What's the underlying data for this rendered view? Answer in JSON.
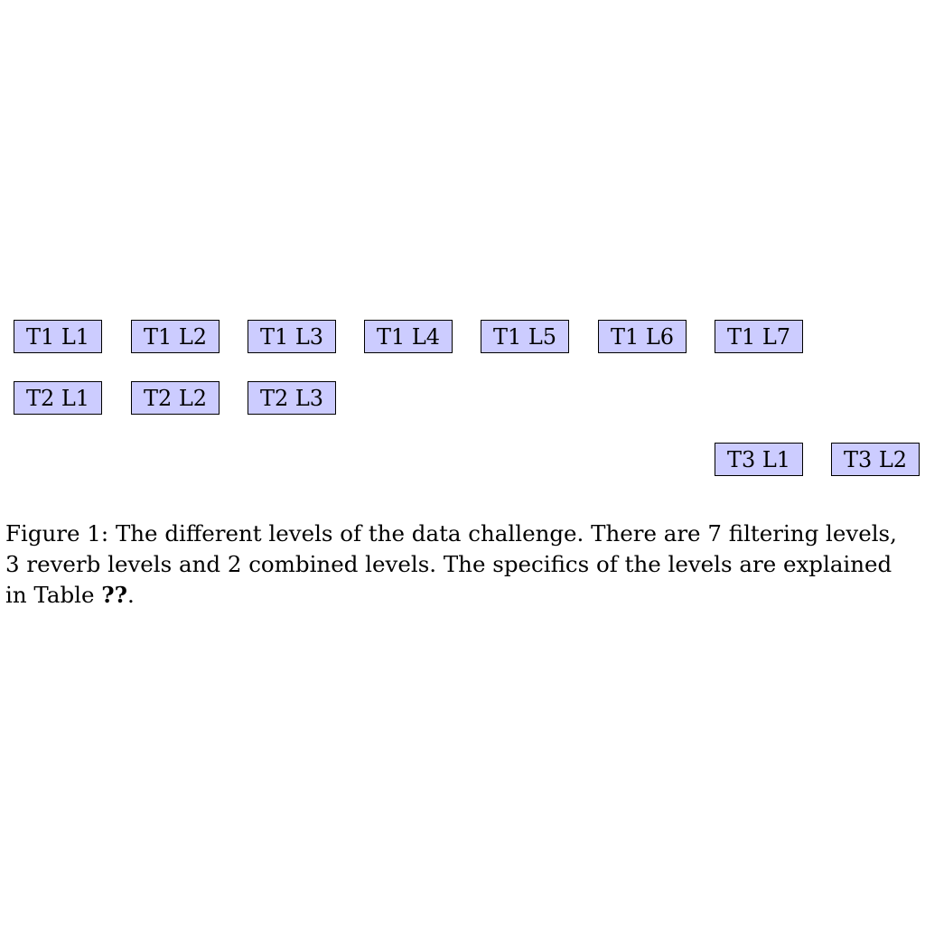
{
  "diagram": {
    "row1": [
      "T1 L1",
      "T1 L2",
      "T1 L3",
      "T1 L4",
      "T1 L5",
      "T1 L6",
      "T1 L7"
    ],
    "row2": [
      "T2 L1",
      "T2 L2",
      "T2 L3"
    ],
    "row3": [
      "T3 L1",
      "T3 L2"
    ],
    "box_fill": "#ccccff",
    "box_border": "#000000"
  },
  "caption": {
    "label": "Figure 1:",
    "text": "The different levels of the data challenge. There are 7 filtering levels, 3 reverb levels and 2 combined levels. The specifics of the levels are explained in Table",
    "ref": "??",
    "end": "."
  }
}
